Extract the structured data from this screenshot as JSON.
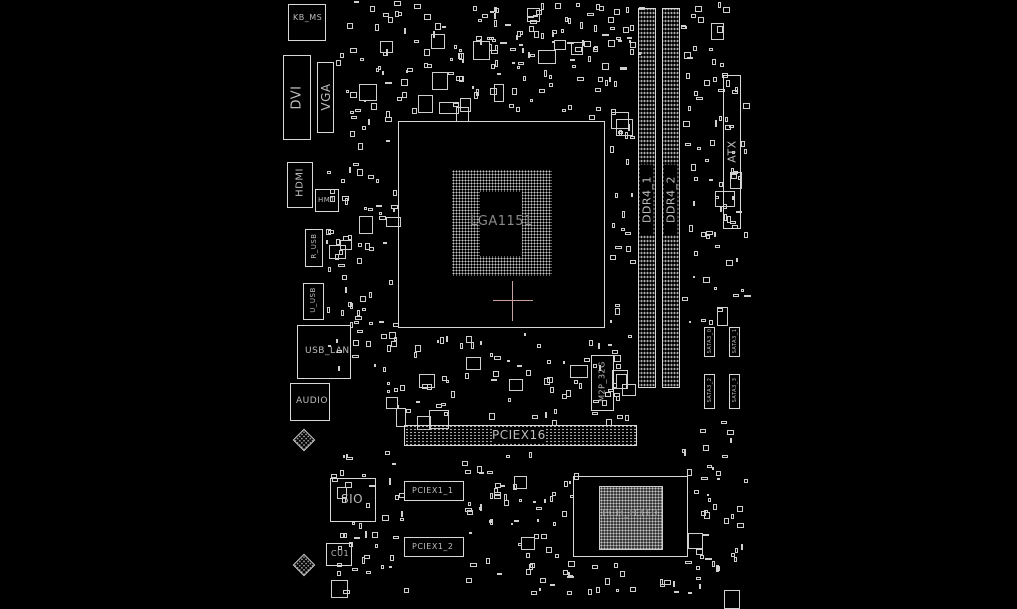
{
  "board": {
    "components": {
      "kb_ms": "KB_MS",
      "dvi": "DVI",
      "vga": "VGA",
      "hdmi": "HDMI",
      "hm1": "HM1",
      "r_usb": "R_USB",
      "u_usb": "U_USB",
      "usb_lan": "USB_LAN",
      "audio": "AUDIO",
      "sio": "SIO",
      "cu1": "CU1",
      "cpu_socket": "LGA1151",
      "ddr4_1": "DDR4_1",
      "ddr4_2": "DDR4_2",
      "atx": "ATX",
      "m2": "M2P_32G",
      "pciex16": "PCIEX16",
      "pciex1_1": "PCIEX1_1",
      "pciex1_2": "PCIEX1_2",
      "pch": "PCH_H310",
      "sata3_0": "SATA3_0",
      "sata3_1": "SATA3_1",
      "sata3_2": "SATA3_2",
      "sata3_3": "SATA3_3"
    }
  },
  "colors": {
    "background": "#000000",
    "outline": "#d8d8d8",
    "cursor": "#c9a0a0"
  }
}
